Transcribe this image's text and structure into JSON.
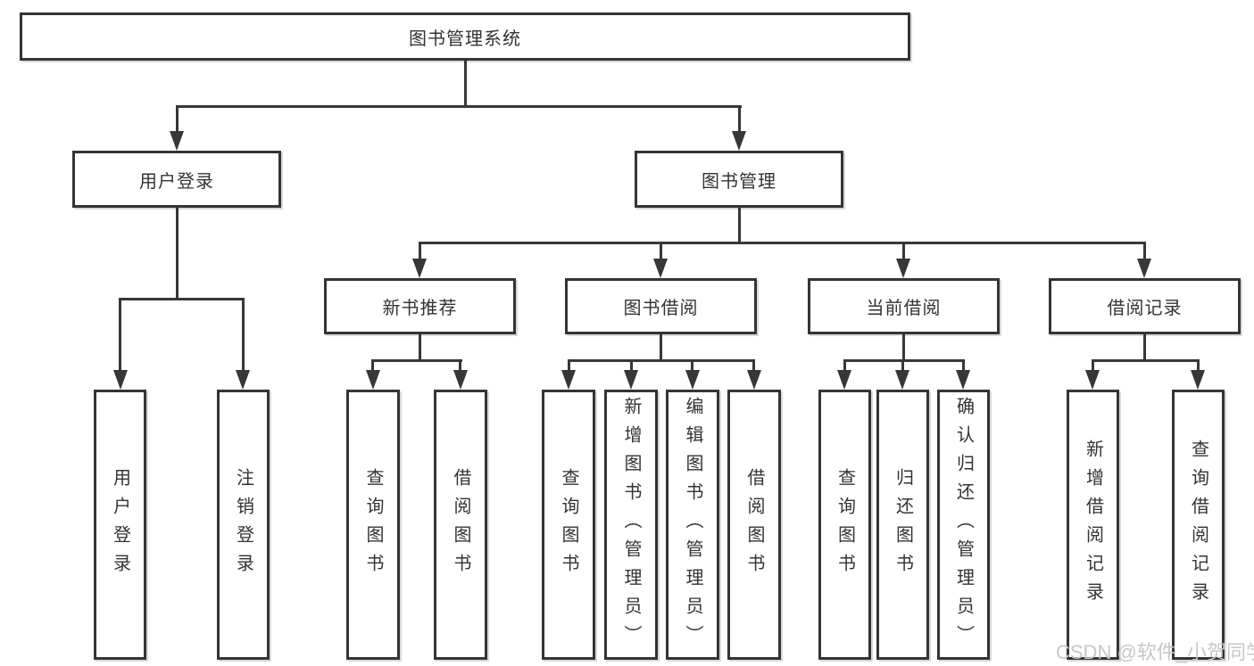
{
  "title": "图书管理系统",
  "tree": {
    "label": "图书管理系统",
    "children": [
      {
        "label": "用户登录",
        "children": [
          {
            "label": "用户登录"
          },
          {
            "label": "注销登录"
          }
        ]
      },
      {
        "label": "图书管理",
        "children": [
          {
            "label": "新书推荐",
            "children": [
              {
                "label": "查询图书"
              },
              {
                "label": "借阅图书"
              }
            ]
          },
          {
            "label": "图书借阅",
            "children": [
              {
                "label": "查询图书"
              },
              {
                "label": "新增图书（管理员）"
              },
              {
                "label": "编辑图书（管理员）"
              },
              {
                "label": "借阅图书"
              }
            ]
          },
          {
            "label": "当前借阅",
            "children": [
              {
                "label": "查询图书"
              },
              {
                "label": "归还图书"
              },
              {
                "label": "确认归还（管理员）"
              }
            ]
          },
          {
            "label": "借阅记录",
            "children": [
              {
                "label": "新增借阅记录"
              },
              {
                "label": "查询借阅记录"
              }
            ]
          }
        ]
      }
    ]
  },
  "watermark": {
    "text": "CSDN @软件_小贺同学"
  },
  "colors": {
    "background": "#ffffff",
    "line": "#373737",
    "box_border": "#343434",
    "text": "#333333",
    "watermark": "#c7c7c7"
  }
}
